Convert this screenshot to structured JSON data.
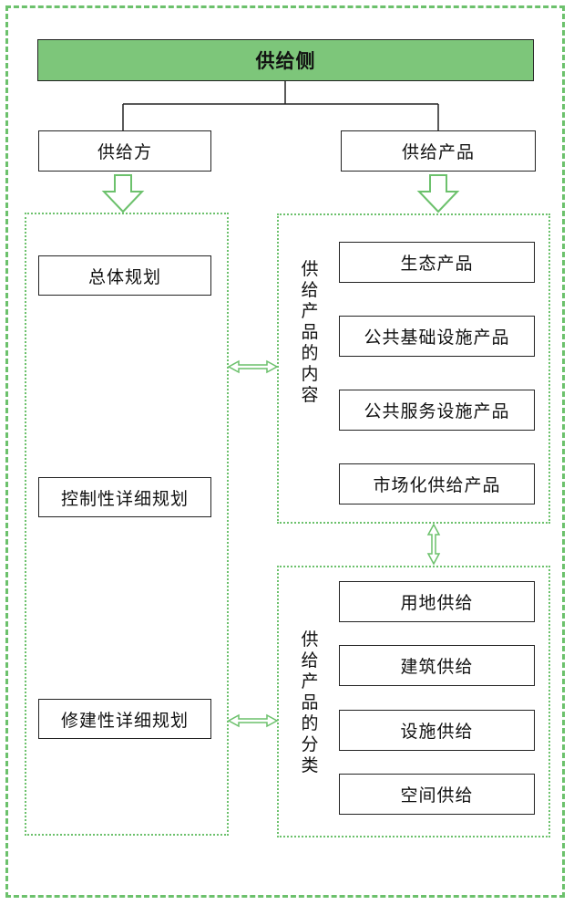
{
  "root": {
    "label": "供给侧"
  },
  "branches": {
    "left": "供给方",
    "right": "供给产品"
  },
  "left_panel": {
    "items": [
      "总体规划",
      "控制性详细规划",
      "修建性详细规划"
    ]
  },
  "content_panel": {
    "label": "供给产品的内容",
    "items": [
      "生态产品",
      "公共基础设施产品",
      "公共服务设施产品",
      "市场化供给产品"
    ]
  },
  "category_panel": {
    "label": "供给产品的分类",
    "items": [
      "用地供给",
      "建筑供给",
      "设施供给",
      "空间供给"
    ]
  },
  "colors": {
    "accent": "#7dc67a",
    "dotted_border": "#6cc16c",
    "line": "#222222"
  }
}
